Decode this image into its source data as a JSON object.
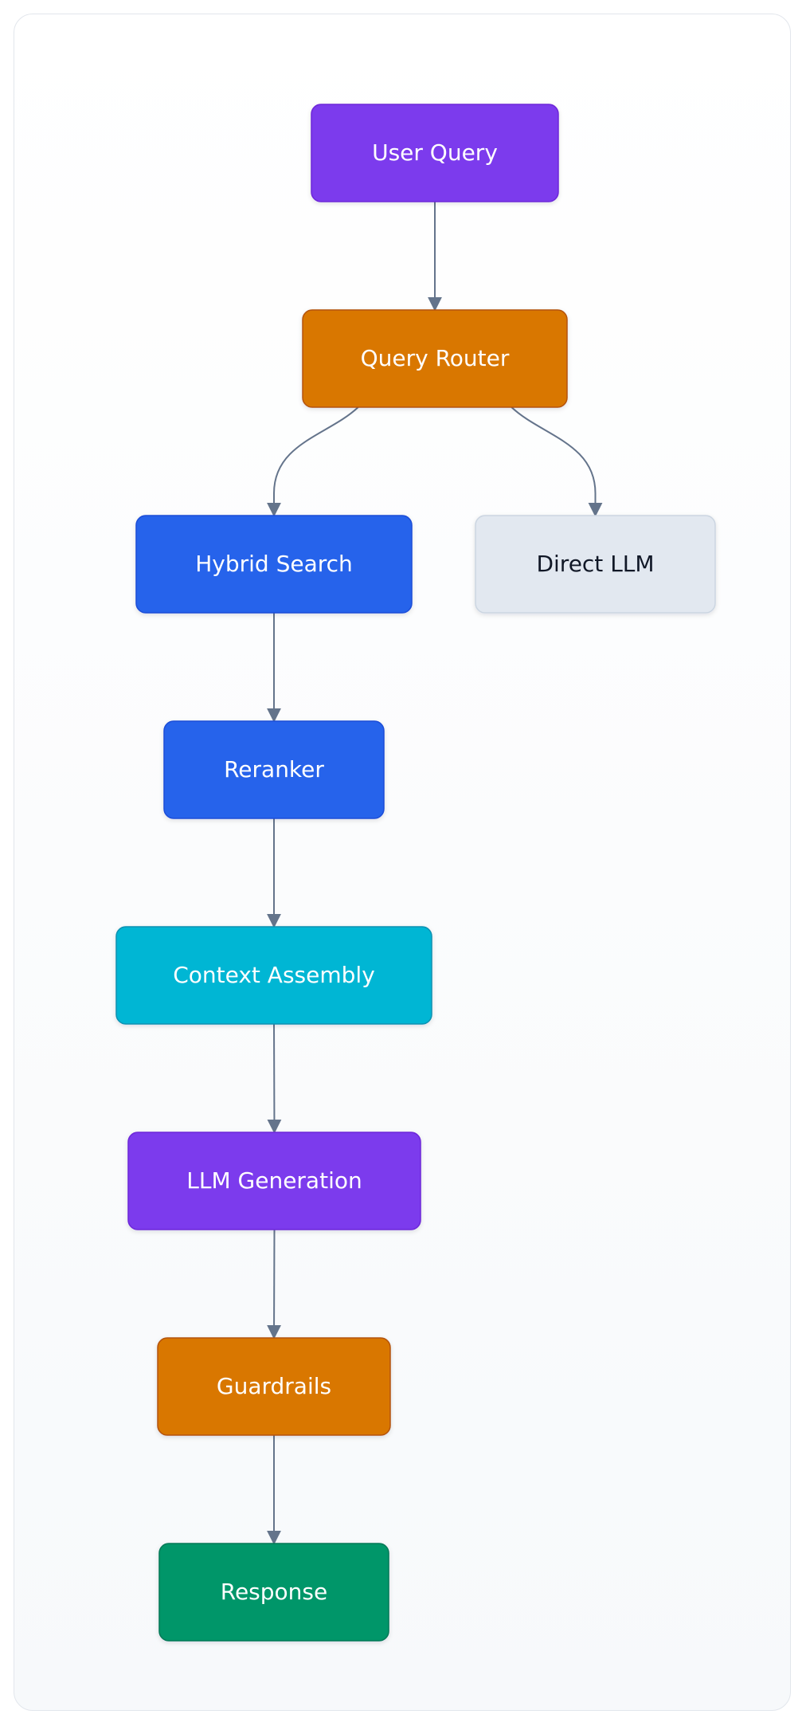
{
  "diagram": {
    "nodes": [
      {
        "id": "user-query",
        "label": "User Query",
        "fill": "#7c3aed",
        "stroke": "#6d28d9",
        "text": "#ffffff"
      },
      {
        "id": "query-router",
        "label": "Query Router",
        "fill": "#d97706",
        "stroke": "#b45309",
        "text": "#ffffff"
      },
      {
        "id": "hybrid-search",
        "label": "Hybrid Search",
        "fill": "#2563eb",
        "stroke": "#1d4ed8",
        "text": "#ffffff"
      },
      {
        "id": "direct-llm",
        "label": "Direct LLM",
        "fill": "#e2e8f0",
        "stroke": "#cbd5e1",
        "text": "#111827"
      },
      {
        "id": "reranker",
        "label": "Reranker",
        "fill": "#2563eb",
        "stroke": "#1d4ed8",
        "text": "#ffffff"
      },
      {
        "id": "context-assembly",
        "label": "Context Assembly",
        "fill": "#06b6d4",
        "stroke": "#0891b2",
        "text": "#ffffff"
      },
      {
        "id": "llm-generation",
        "label": "LLM Generation",
        "fill": "#7c3aed",
        "stroke": "#6d28d9",
        "text": "#ffffff"
      },
      {
        "id": "guardrails",
        "label": "Guardrails",
        "fill": "#d97706",
        "stroke": "#b45309",
        "text": "#ffffff"
      },
      {
        "id": "response",
        "label": "Response",
        "fill": "#059669",
        "stroke": "#047857",
        "text": "#ffffff"
      }
    ],
    "edges": [
      {
        "from": "user-query",
        "to": "query-router"
      },
      {
        "from": "query-router",
        "to": "hybrid-search"
      },
      {
        "from": "query-router",
        "to": "direct-llm"
      },
      {
        "from": "hybrid-search",
        "to": "reranker"
      },
      {
        "from": "reranker",
        "to": "context-assembly"
      },
      {
        "from": "context-assembly",
        "to": "llm-generation"
      },
      {
        "from": "llm-generation",
        "to": "guardrails"
      },
      {
        "from": "guardrails",
        "to": "response"
      }
    ],
    "edge_color": "#64748b"
  }
}
